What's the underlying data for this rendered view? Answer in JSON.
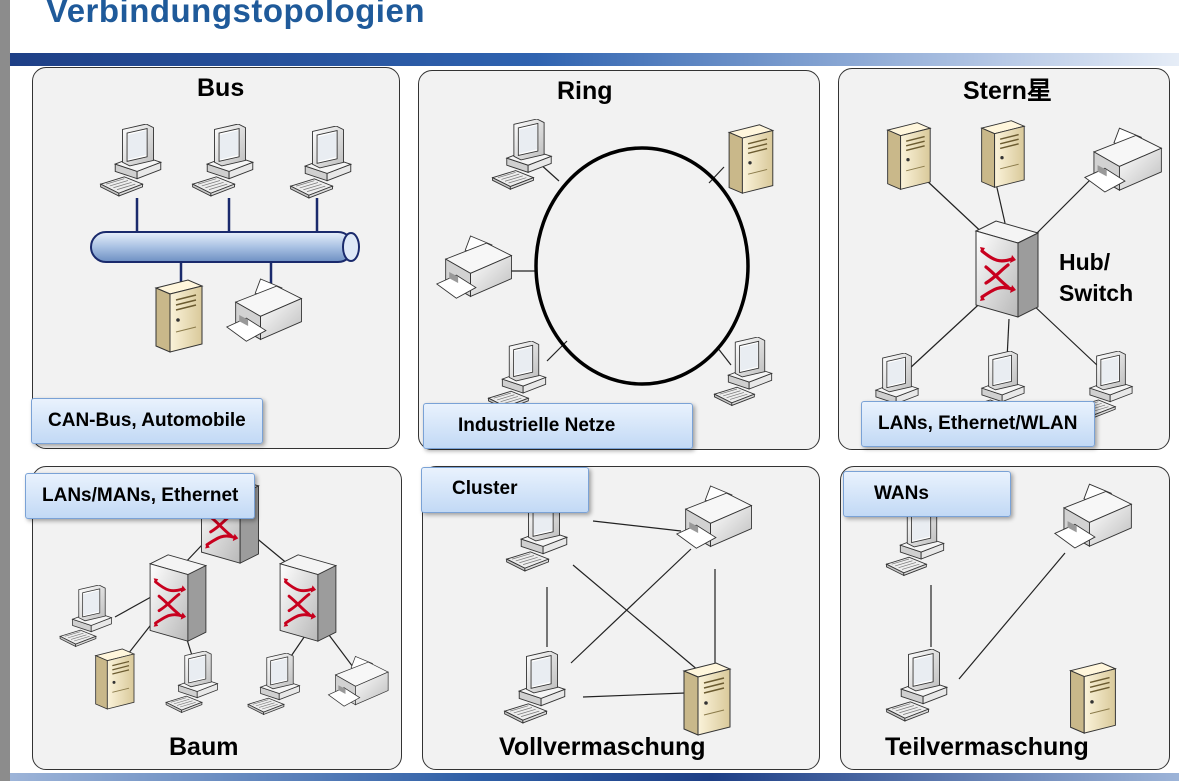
{
  "title": "Verbindungstopologien",
  "panels": {
    "bus": {
      "title": "Bus",
      "tag": "CAN-Bus, Automobile"
    },
    "ring": {
      "title": "Ring",
      "tag": "Industrielle Netze"
    },
    "stern": {
      "title": "Stern星",
      "tag": "LANs, Ethernet/WLAN",
      "hub_line1": "Hub/",
      "hub_line2": "Switch"
    },
    "baum": {
      "title": "Baum",
      "tag": "LANs/MANs, Ethernet"
    },
    "voll": {
      "title": "Vollvermaschung",
      "tag": "Cluster"
    },
    "teil": {
      "title": "Teilvermaschung",
      "tag": "WANs"
    }
  },
  "colors": {
    "title": "#1f5a9a",
    "accent": "#1e3f86",
    "badge": "#c2d9f5",
    "switch_arrow": "#c8001e"
  },
  "icons": [
    "desktop-computer-icon",
    "server-tower-icon",
    "printer-icon",
    "network-switch-icon"
  ]
}
